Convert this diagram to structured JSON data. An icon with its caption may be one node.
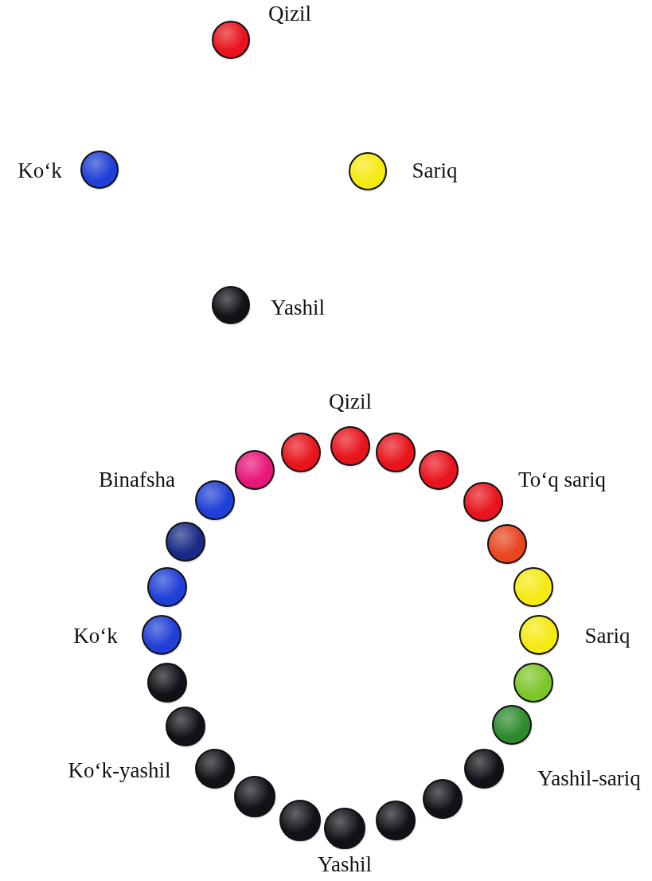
{
  "diagram": {
    "nodes": [
      {
        "text": [],
        "shape": "circle",
        "beside": [
          "Qizil"
        ]
      },
      {
        "text": [],
        "shape": "circle",
        "beside": [
          "Ko‘k"
        ]
      },
      {
        "text": [],
        "shape": "circle",
        "beside": [
          "Sariq"
        ]
      },
      {
        "text": [],
        "shape": "circle",
        "beside": [
          "Yashil"
        ]
      },
      {
        "text": [],
        "shape": "circle",
        "beside": [
          "Qizil"
        ]
      },
      {
        "text": [],
        "shape": "circle"
      },
      {
        "text": [],
        "shape": "circle"
      },
      {
        "text": [],
        "shape": "circle",
        "beside": [
          "To‘q sariq"
        ]
      },
      {
        "text": [],
        "shape": "circle"
      },
      {
        "text": [],
        "shape": "circle"
      },
      {
        "text": [],
        "shape": "circle",
        "beside": [
          "Sariq"
        ]
      },
      {
        "text": [],
        "shape": "circle"
      },
      {
        "text": [],
        "shape": "circle"
      },
      {
        "text": [],
        "shape": "circle",
        "beside": [
          "Yashil-sariq"
        ]
      },
      {
        "text": [],
        "shape": "circle"
      },
      {
        "text": [],
        "shape": "circle"
      },
      {
        "text": [],
        "shape": "circle",
        "beside": [
          "Yashil"
        ]
      },
      {
        "text": [],
        "shape": "circle"
      },
      {
        "text": [],
        "shape": "circle"
      },
      {
        "text": [],
        "shape": "circle",
        "beside": [
          "Ko‘k-yashil"
        ]
      },
      {
        "text": [],
        "shape": "circle"
      },
      {
        "text": [],
        "shape": "circle"
      },
      {
        "text": [],
        "shape": "circle",
        "beside": [
          "Ko‘k"
        ]
      },
      {
        "text": [],
        "shape": "circle"
      },
      {
        "text": [],
        "shape": "circle"
      },
      {
        "text": [],
        "shape": "circle",
        "beside": [
          "Binafsha"
        ]
      },
      {
        "text": [],
        "shape": "circle"
      },
      {
        "text": [],
        "shape": "circle"
      }
    ]
  }
}
